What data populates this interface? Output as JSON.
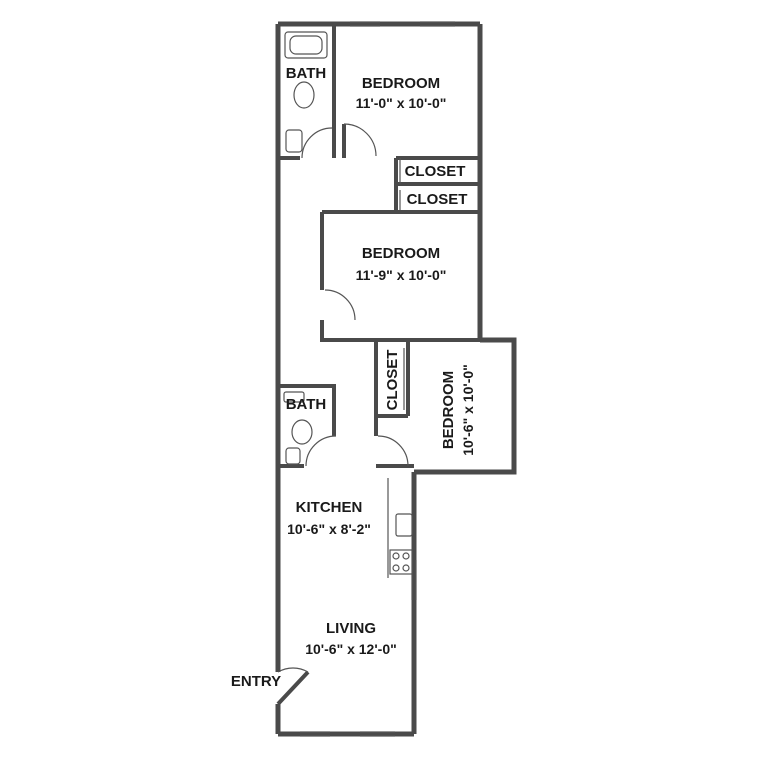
{
  "rooms": {
    "bedroom1": {
      "name": "BEDROOM",
      "size": "11'-0\" x 10'-0\""
    },
    "bedroom2": {
      "name": "BEDROOM",
      "size": "11'-9\" x 10'-0\""
    },
    "bedroom3": {
      "name": "BEDROOM",
      "size": "10'-6\" x 10'-0\""
    },
    "kitchen": {
      "name": "KITCHEN",
      "size": "10'-6\" x 8'-2\""
    },
    "living": {
      "name": "LIVING",
      "size": "10'-6\" x 12'-0\""
    }
  },
  "bath_top": "BATH",
  "bath_mid": "BATH",
  "closet_1": "CLOSET",
  "closet_2": "CLOSET",
  "closet_3": "CLOSET",
  "entry": "ENTRY",
  "colors": {
    "wall": "#4a4a4a",
    "background": "#ffffff",
    "text": "#1a1a1a"
  }
}
